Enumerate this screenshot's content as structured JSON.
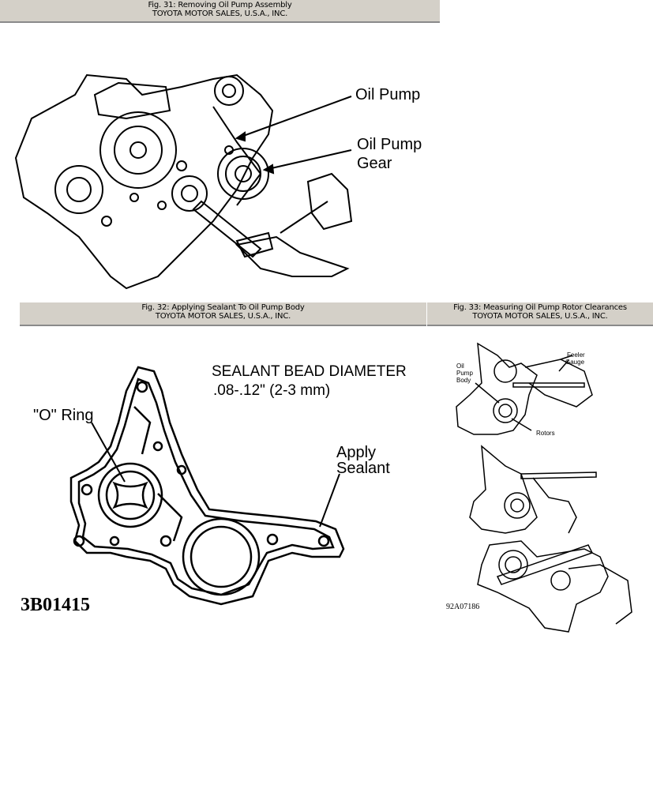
{
  "fig31": {
    "caption_title": "Fig. 31: Removing Oil Pump Assembly",
    "caption_source": "TOYOTA MOTOR SALES, U.S.A., INC.",
    "label_oil_pump": "Oil Pump",
    "label_oil_pump_gear_1": "Oil Pump",
    "label_oil_pump_gear_2": "Gear"
  },
  "fig32": {
    "caption_title": "Fig. 32: Applying Sealant To Oil Pump Body",
    "caption_source": "TOYOTA MOTOR SALES, U.S.A., INC.",
    "sealant_heading": "SEALANT BEAD DIAMETER",
    "sealant_spec": ".08-.12\" (2-3 mm)",
    "label_o_ring": "\"O\" Ring",
    "label_apply_1": "Apply",
    "label_apply_2": "Sealant",
    "figure_code": "3B01415"
  },
  "fig33": {
    "caption_title": "Fig. 33: Measuring Oil Pump Rotor Clearances",
    "caption_source": "TOYOTA MOTOR SALES, U.S.A., INC.",
    "label_feeler_1": "Feeler",
    "label_feeler_2": "Gauge",
    "label_body_1": "Oil",
    "label_body_2": "Pump",
    "label_body_3": "Body",
    "label_rotors": "Rotors",
    "figure_code": "92A07186"
  }
}
